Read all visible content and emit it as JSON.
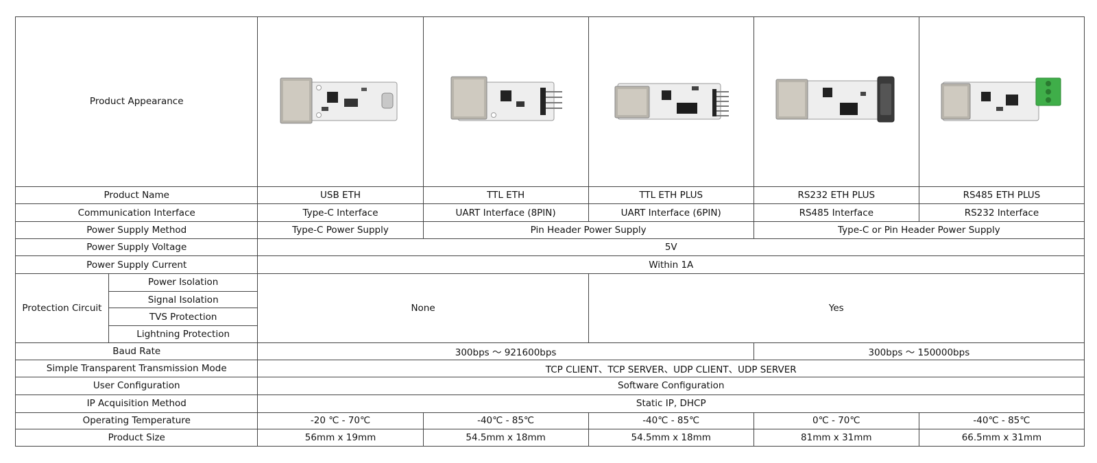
{
  "rows": {
    "appearance": "Product Appearance",
    "product_name": {
      "label": "Product Name",
      "values": [
        "USB ETH",
        "TTL ETH",
        "TTL ETH PLUS",
        "RS232 ETH PLUS",
        "RS485 ETH PLUS"
      ]
    },
    "communication_interface": {
      "label": "Communication Interface",
      "values": [
        "Type-C Interface",
        "UART Interface (8PIN)",
        "UART Interface (6PIN)",
        "RS485 Interface",
        "RS232 Interface"
      ]
    },
    "power_supply_method": {
      "label": "Power Supply Method",
      "values": [
        "Type-C Power Supply",
        "Pin Header Power Supply",
        "Type-C or Pin Header Power Supply"
      ]
    },
    "power_supply_voltage": {
      "label": "Power Supply Voltage",
      "value": "5V"
    },
    "power_supply_current": {
      "label": "Power Supply Current",
      "value": "Within 1A"
    },
    "protection_circuit": {
      "label": "Protection Circuit",
      "sub": [
        "Power Isolation",
        "Signal Isolation",
        "TVS Protection",
        "Lightning Protection"
      ],
      "values": [
        "None",
        "Yes"
      ]
    },
    "baud_rate": {
      "label": "Baud Rate",
      "values": [
        "300bps ～ 921600bps",
        "300bps ～ 150000bps"
      ]
    },
    "transparent_mode": {
      "label": "Simple Transparent Transmission Mode",
      "value": "TCP CLIENT、TCP SERVER、UDP CLIENT、UDP SERVER"
    },
    "user_configuration": {
      "label": "User Configuration",
      "value": "Software Configuration"
    },
    "ip_method": {
      "label": "IP Acquisition Method",
      "value": "Static IP, DHCP"
    },
    "operating_temperature": {
      "label": "Operating Temperature",
      "values": [
        "-20 ℃ - 70℃",
        "-40℃ - 85℃",
        "-40℃ - 85℃",
        "0℃ - 70℃",
        "-40℃ - 85℃"
      ]
    },
    "product_size": {
      "label": "Product Size",
      "values": [
        "56mm x 19mm",
        "54.5mm x 18mm",
        "54.5mm x 18mm",
        "81mm x 31mm",
        "66.5mm x 31mm"
      ]
    }
  },
  "images": [
    {
      "name": "usb-eth-module-image"
    },
    {
      "name": "ttl-eth-module-image"
    },
    {
      "name": "ttl-eth-plus-module-image"
    },
    {
      "name": "rs232-eth-plus-module-image"
    },
    {
      "name": "rs485-eth-plus-module-image"
    }
  ],
  "colors": {
    "board": "#eeeeee",
    "rj45": "#b8b4ab",
    "chip": "#222222",
    "terminal": "#3fae49",
    "border": "#444444"
  }
}
